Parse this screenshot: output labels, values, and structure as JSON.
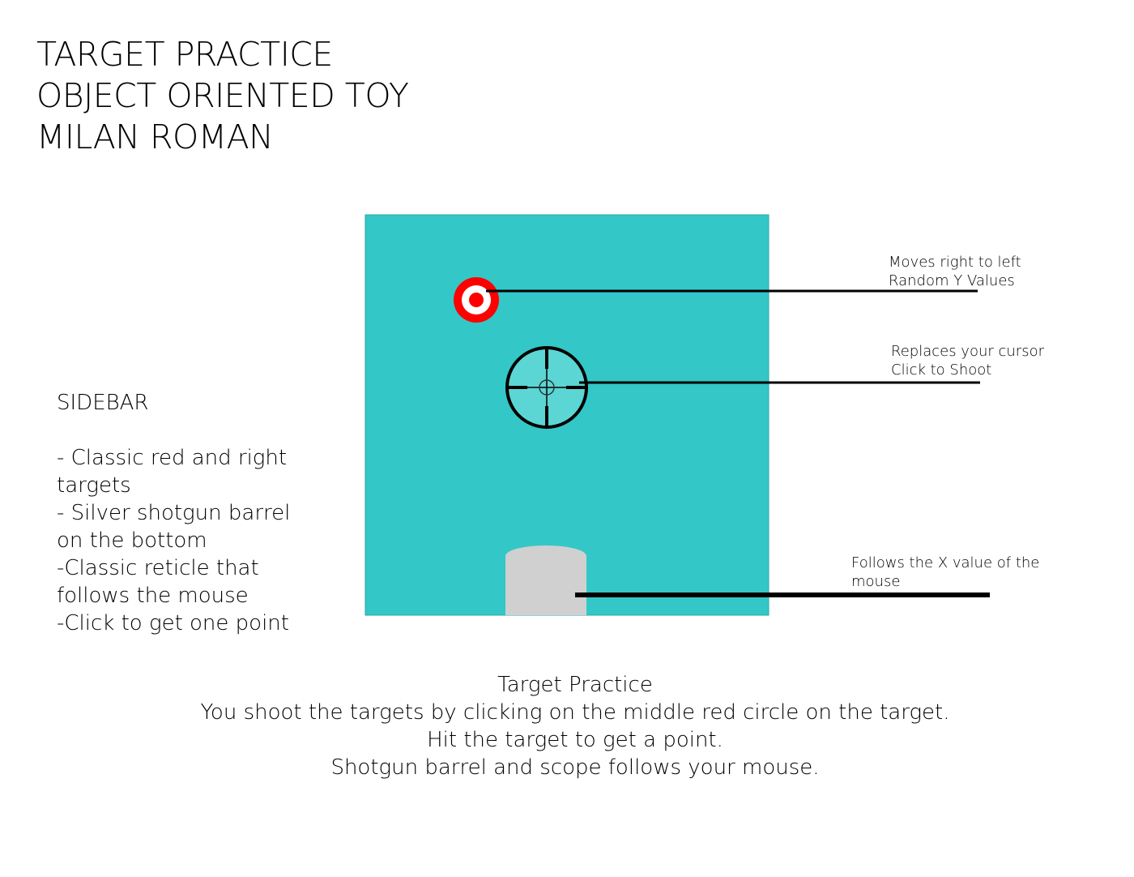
{
  "title_lines": [
    "TARGET PRACTICE",
    "OBJECT ORIENTED TOY",
    "MILAN ROMAN"
  ],
  "sidebar": {
    "heading": "SIDEBAR",
    "items": [
      "- Classic red and right targets",
      "- Silver shotgun barrel on the bottom",
      "-Classic reticle that follows the mouse",
      "-Click to get one point"
    ]
  },
  "annotations": {
    "target": [
      "Moves right to left",
      "Random Y Values"
    ],
    "reticle": [
      "Replaces your cursor",
      "Click to Shoot"
    ],
    "barrel": [
      "Follows the X value of the",
      "mouse"
    ]
  },
  "description": {
    "heading": "Target Practice",
    "lines": [
      "You shoot the targets by clicking on the middle red circle on the target.",
      "Hit the target to get a point.",
      "Shotgun barrel and scope follows your mouse."
    ]
  },
  "colors": {
    "canvas": "#33C7C7",
    "target_red": "#FF0000",
    "reticle_fill": "#5BD6D4",
    "barrel": "#D0D0D0"
  }
}
